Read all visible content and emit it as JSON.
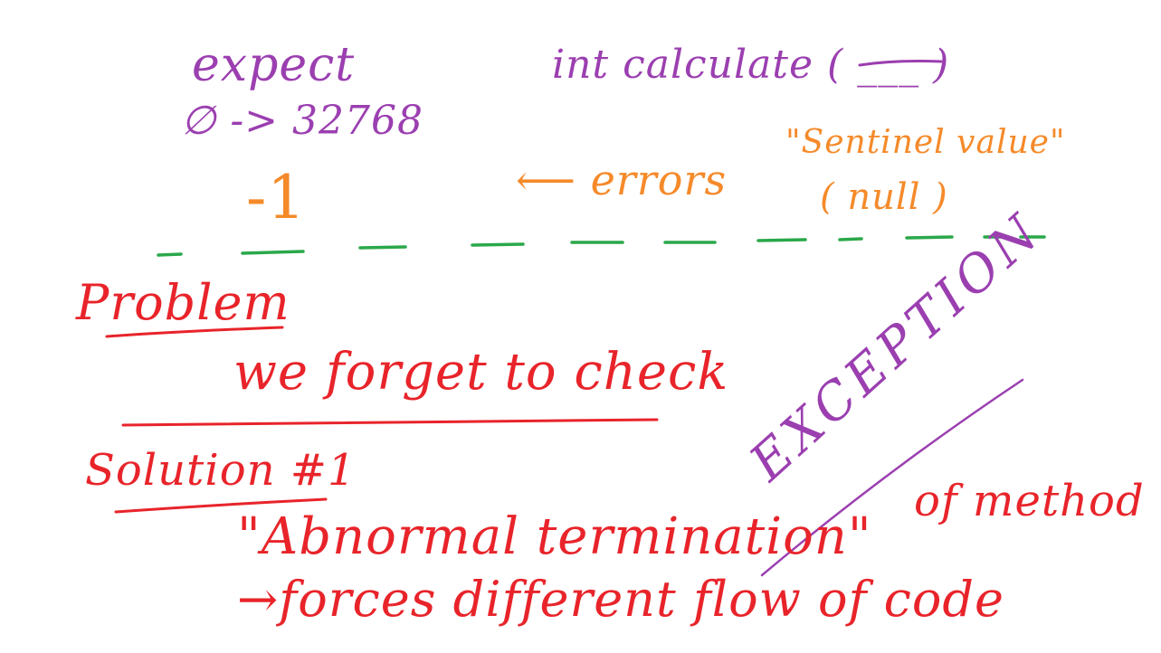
{
  "whiteboard": {
    "colors": {
      "purple": "#9b3fb0",
      "orange": "#f58a2a",
      "red": "#e8242a",
      "green": "#2aa84a"
    },
    "notes": {
      "expect": "expect",
      "signature": "int calculate ( ___ )",
      "range": "∅ -> 32768",
      "sentinel_minus_one": "-1",
      "errors": "⟵ errors",
      "sentinel_label": "\"Sentinel value\"",
      "null_label": "( null )",
      "problem_heading": "Problem",
      "problem_text": "we forget to check",
      "solution_heading": "Solution #1",
      "abnormal": "\"Abnormal termination\"",
      "exception": "EXCEPTION",
      "of_method": "of method",
      "forces": "→forces different flow of code"
    }
  }
}
